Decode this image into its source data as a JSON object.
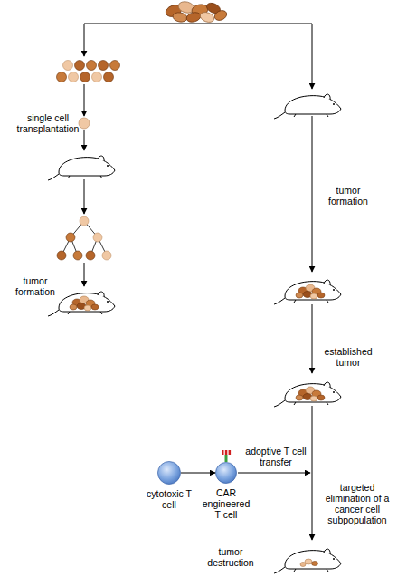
{
  "diagram": {
    "nodes": [
      {
        "text": [
          "cytotoxic T cell"
        ]
      },
      {
        "text": [
          "CAR engineered T cell"
        ]
      }
    ],
    "edges": [
      {
        "from": 0,
        "to": 1,
        "arrow": "to"
      }
    ],
    "labels": [
      "single cell transplantation",
      "tumor formation",
      "tumor formation",
      "established tumor",
      "adoptive T cell transfer",
      "targeted elimination of a cancer cell subpopulation",
      "tumor destruction"
    ]
  }
}
